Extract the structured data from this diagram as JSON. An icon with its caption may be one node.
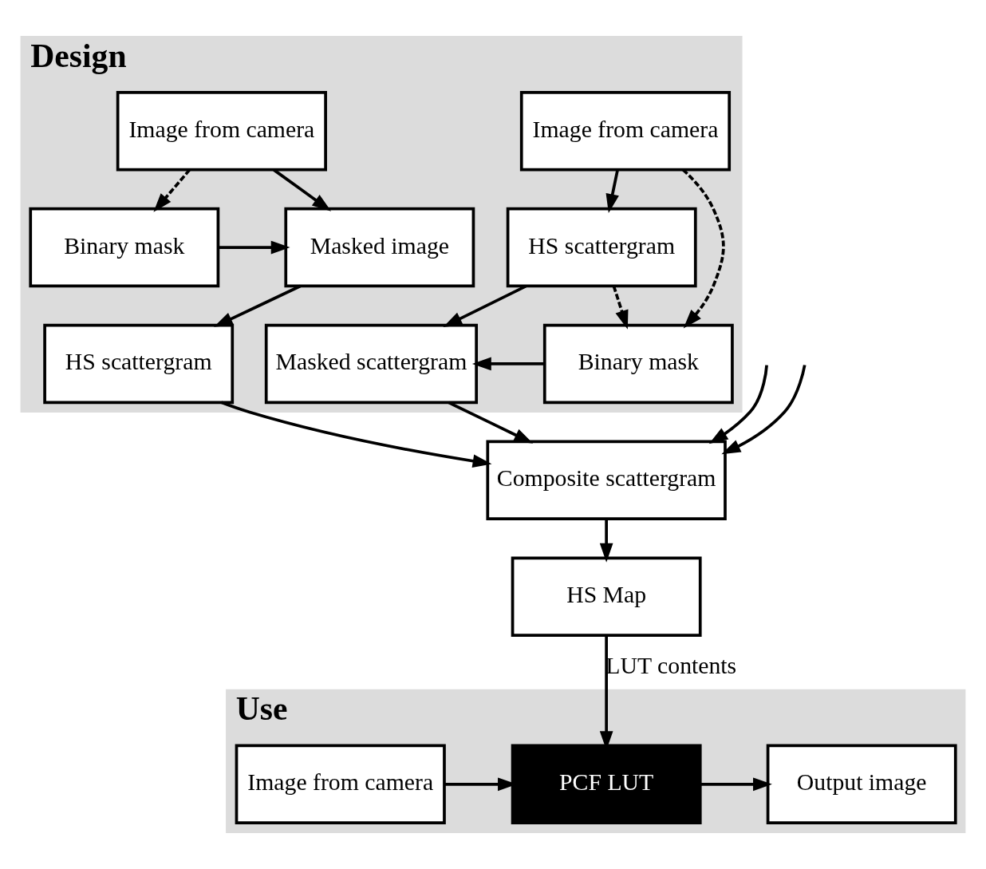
{
  "diagram": {
    "nodes": [
      {
        "text": [
          "Design"
        ]
      },
      {
        "text": [
          "Image from camera"
        ],
        "in": 0
      },
      {
        "text": [
          "HS scattergram"
        ],
        "in": 0
      },
      {
        "text": [
          "Binary mask"
        ],
        "in": 0
      },
      {
        "text": [
          "Masked scattergram"
        ],
        "in": 0
      },
      {
        "text": [
          "Image from camera"
        ],
        "in": 0
      },
      {
        "text": [
          "Masked image"
        ],
        "in": 0
      },
      {
        "text": [
          "Binary mask"
        ],
        "in": 0
      },
      {
        "text": [
          "HS scattergram"
        ],
        "in": 0
      },
      {
        "text": [
          "Composite scattergram"
        ]
      },
      {
        "text": [
          "HS Map"
        ]
      },
      {
        "text": [
          "Use"
        ]
      },
      {
        "text": [
          "Image from camera"
        ],
        "in": 11
      },
      {
        "text": [
          "PCF LUT"
        ],
        "in": 11
      },
      {
        "text": [
          "Output image"
        ],
        "in": 11
      }
    ],
    "edges": [
      {
        "from": 1,
        "to": 2,
        "arrow": "to"
      },
      {
        "from": 1,
        "to": 3,
        "arrow": "to",
        "style": "dashed"
      },
      {
        "from": 2,
        "to": 3,
        "arrow": "to",
        "style": "dashed"
      },
      {
        "from": 2,
        "to": 4,
        "arrow": "to"
      },
      {
        "from": 3,
        "to": 4,
        "arrow": "to"
      },
      {
        "from": 5,
        "to": 6,
        "arrow": "to"
      },
      {
        "from": 5,
        "to": 7,
        "arrow": "to",
        "style": "dashed"
      },
      {
        "from": 7,
        "to": 6,
        "arrow": "to"
      },
      {
        "from": 6,
        "to": 8,
        "arrow": "to"
      },
      {
        "from": 4,
        "to": 9,
        "arrow": "to"
      },
      {
        "from": null,
        "to": 9,
        "arrow": "to"
      },
      {
        "from": null,
        "to": 9,
        "arrow": "to"
      },
      {
        "from": 8,
        "to": 9,
        "arrow": "to"
      },
      {
        "from": 9,
        "to": 10,
        "arrow": "to"
      },
      {
        "from": 10,
        "to": 13,
        "arrow": "to",
        "label": "LUT contents"
      },
      {
        "from": 12,
        "to": 13,
        "arrow": "to"
      },
      {
        "from": 13,
        "to": 14,
        "arrow": "to"
      }
    ]
  }
}
